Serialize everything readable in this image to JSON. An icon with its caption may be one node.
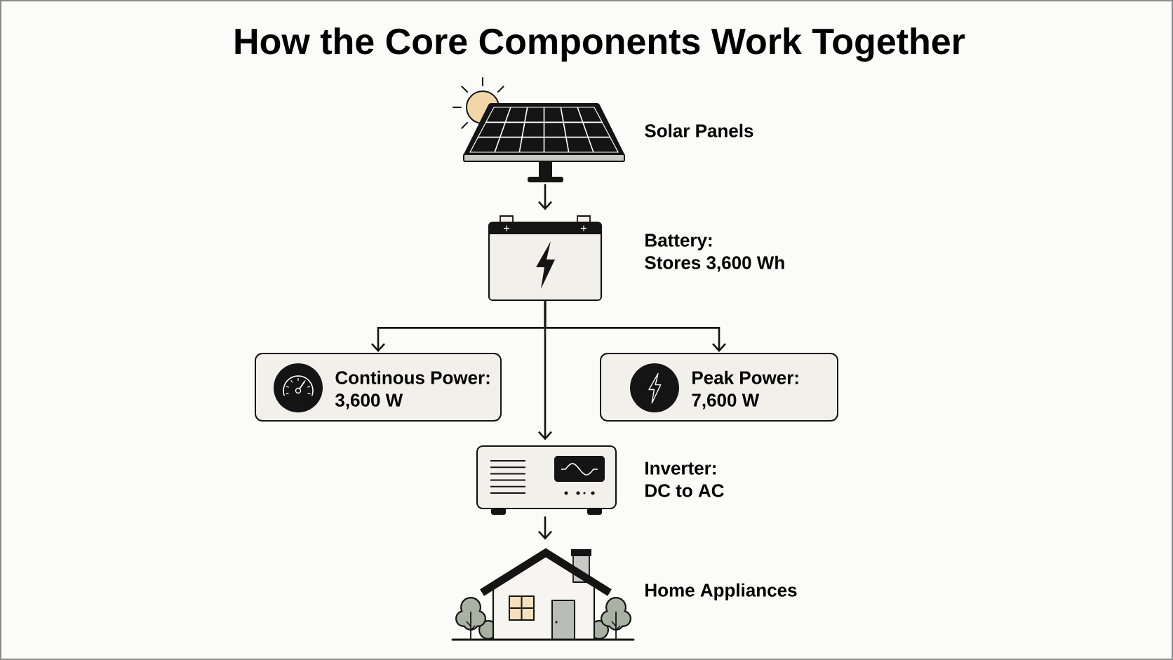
{
  "diagram": {
    "title": "How the Core Components Work Together",
    "nodes": [
      {
        "text": [],
        "shape": "picture",
        "beside": [
          "Solar Panels"
        ]
      },
      {
        "text": [],
        "shape": "picture",
        "beside": [
          "Battery:",
          "Stores 3,600 Wh"
        ]
      },
      {
        "text": [
          "Continous Power:",
          "3,600 W"
        ]
      },
      {
        "text": [
          "Peak Power:",
          "7,600 W"
        ]
      },
      {
        "text": [],
        "shape": "picture",
        "beside": [
          "Inverter:",
          "DC to AC"
        ]
      },
      {
        "text": [],
        "shape": "picture",
        "beside": [
          "Home Appliances"
        ]
      }
    ],
    "edges": [
      {
        "from": 0,
        "to": 1,
        "arrow": "to"
      },
      {
        "from": 1,
        "to": 2,
        "arrow": "to"
      },
      {
        "from": 1,
        "to": 3,
        "arrow": "to"
      },
      {
        "from": 1,
        "to": 4,
        "arrow": "to"
      },
      {
        "from": 4,
        "to": 5,
        "arrow": "to"
      }
    ]
  }
}
